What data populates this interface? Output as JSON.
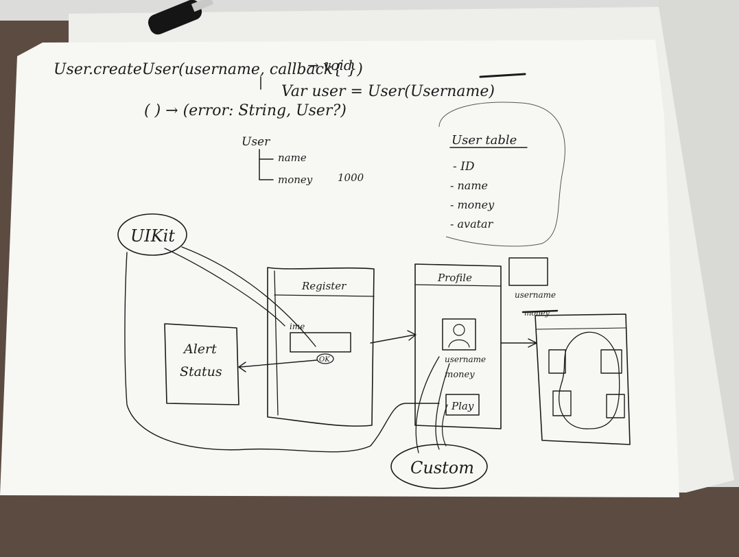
{
  "sketch": {
    "signature": {
      "line1_left": "User.createUser(username, callback{ })",
      "line1_arrow": "→ void",
      "line2_left": "Var user = User(Username)",
      "line3": "( ) → (error: String, User?)"
    },
    "user_model": {
      "title": "User",
      "field_name": "name",
      "field_money": "money",
      "money_value": "1000"
    },
    "user_table": {
      "title": "User table",
      "fields": [
        "- ID",
        "- name",
        "- money",
        "- avatar"
      ]
    },
    "screens": {
      "uikit_label": "UIKit",
      "alert_line1": "Alert",
      "alert_line2": "Status",
      "register_title": "Register",
      "register_input_label": "ime",
      "register_ok": "OK",
      "profile_title": "Profile",
      "profile_username": "username",
      "profile_money": "money",
      "play_button": "Play",
      "side_username": "username",
      "side_money": "money",
      "custom_label": "Custom"
    },
    "colors": {
      "paper": "#f7f7f4",
      "ink": "#1a1a1a",
      "desk": "#5a4a40"
    }
  }
}
